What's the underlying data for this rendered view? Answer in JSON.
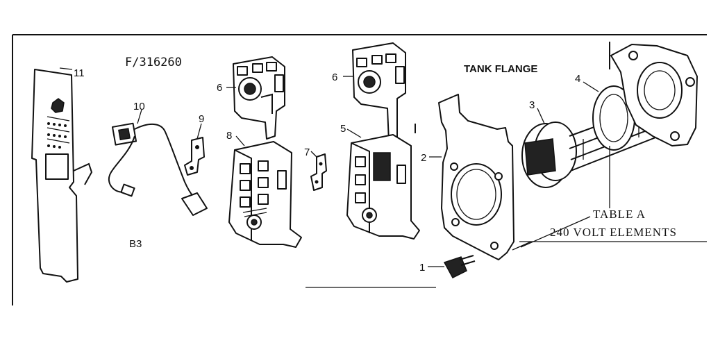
{
  "diagram": {
    "model_number": "F/316260",
    "section_code": "B3",
    "tank_flange_label": "TANK FLANGE",
    "table_line1": "TABLE A",
    "table_line2": "240 VOLT ELEMENTS",
    "callouts": {
      "c1": "1",
      "c2": "2",
      "c3": "3",
      "c4": "4",
      "c5": "5",
      "c6a": "6",
      "c6b": "6",
      "c7": "7",
      "c8": "8",
      "c9": "9",
      "c10": "10",
      "c11": "11"
    }
  }
}
